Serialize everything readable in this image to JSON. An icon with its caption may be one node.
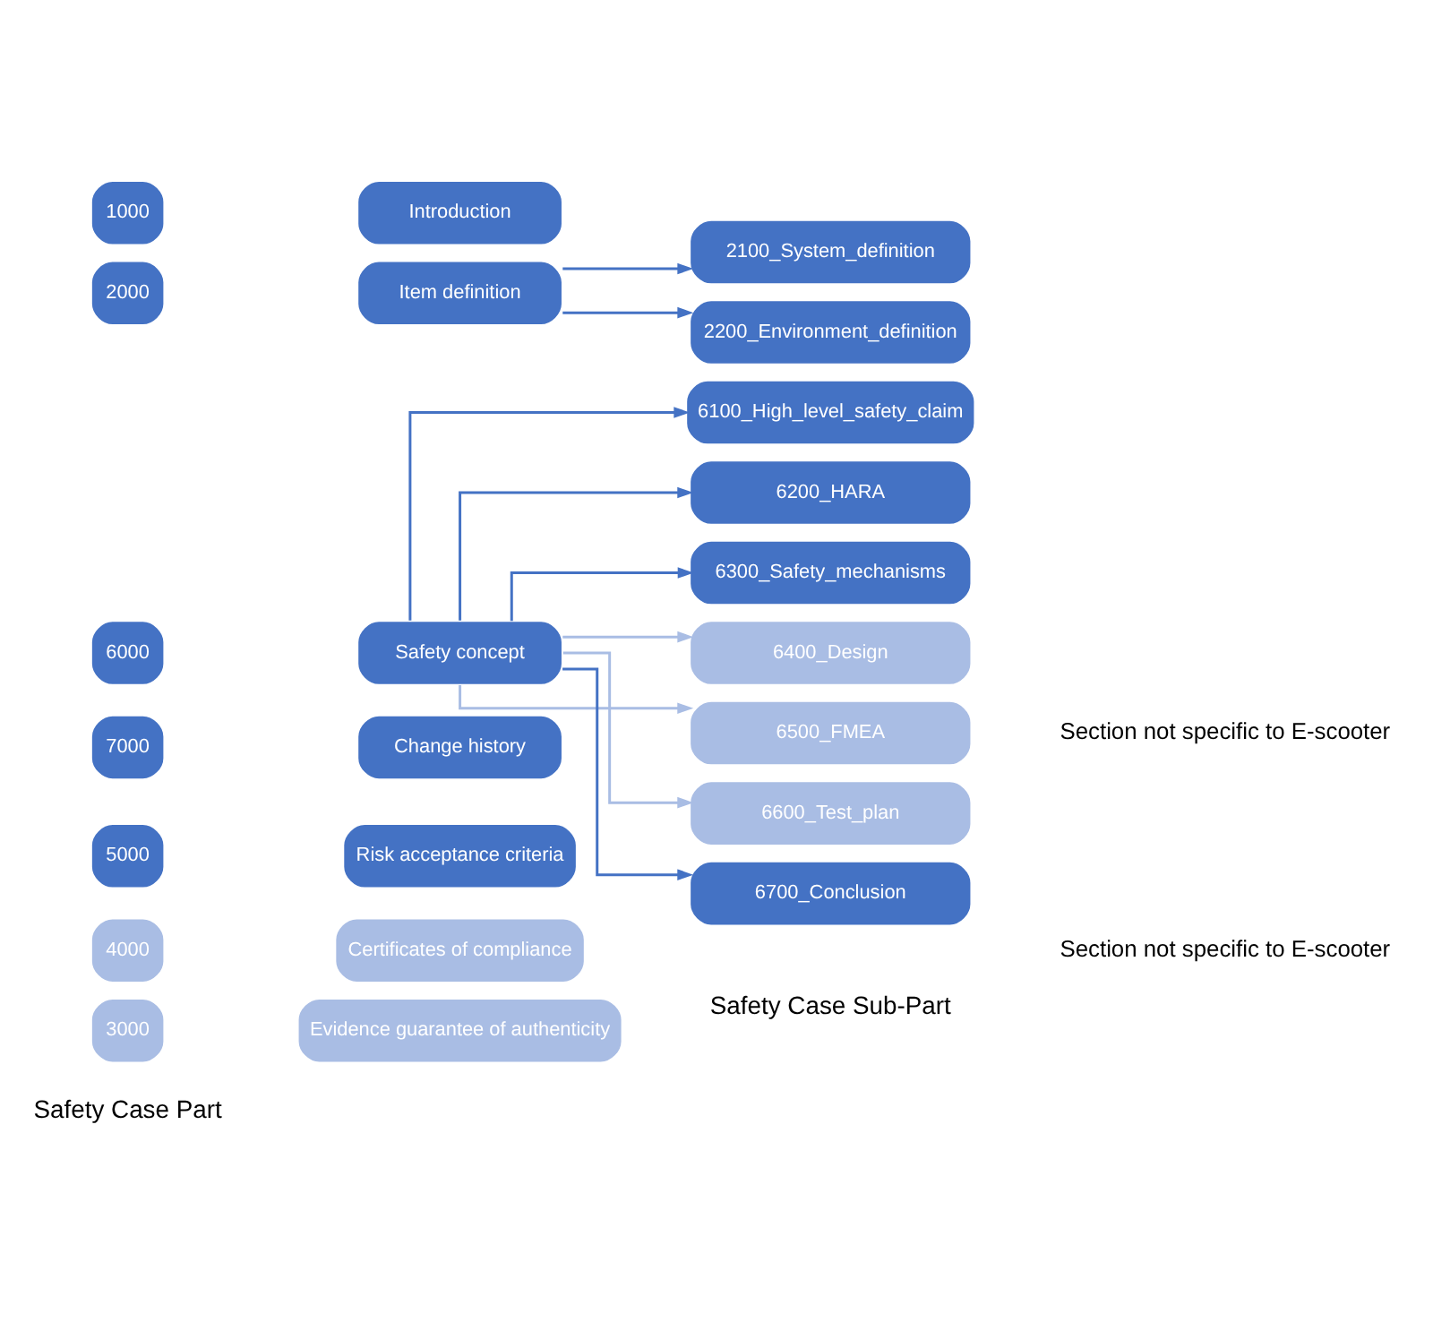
{
  "diagram": {
    "nodes": [
      {
        "text": [
          "1000"
        ]
      },
      {
        "text": [
          "Introduction"
        ]
      },
      {
        "text": [
          "2000"
        ]
      },
      {
        "text": [
          "Item definition"
        ]
      },
      {
        "text": [
          "2100_System_definition"
        ]
      },
      {
        "text": [
          "2200_Environment_definition"
        ]
      },
      {
        "text": [
          "3000"
        ]
      },
      {
        "text": [
          "Evidence guarantee of authenticity"
        ]
      },
      {
        "text": [
          "4000"
        ]
      },
      {
        "text": [
          "Certificates of compliance"
        ]
      },
      {
        "text": [
          "5000"
        ]
      },
      {
        "text": [
          "Risk acceptance criteria"
        ]
      },
      {
        "text": [
          "6000"
        ]
      },
      {
        "text": [
          "Safety concept"
        ]
      },
      {
        "text": [
          "6100_High_level_safety_claim"
        ]
      },
      {
        "text": [
          "6200_HARA"
        ]
      },
      {
        "text": [
          "6300_Safety_mechanisms"
        ]
      },
      {
        "text": [
          "6400_Design"
        ]
      },
      {
        "text": [
          "6500_FMEA"
        ]
      },
      {
        "text": [
          "6600_Test_plan"
        ]
      },
      {
        "text": [
          "6700_Conclusion"
        ]
      },
      {
        "text": [
          "7000"
        ]
      },
      {
        "text": [
          "Change history"
        ]
      }
    ],
    "edges": [
      {
        "from": 3,
        "to": 4,
        "arrow": "to"
      },
      {
        "from": 3,
        "to": 5,
        "arrow": "to"
      },
      {
        "from": 13,
        "to": 14,
        "arrow": "to"
      },
      {
        "from": 13,
        "to": 15,
        "arrow": "to"
      },
      {
        "from": 13,
        "to": 16,
        "arrow": "to"
      },
      {
        "from": 13,
        "to": 17,
        "arrow": "to",
        "color": "#a9bde4"
      },
      {
        "from": 13,
        "to": 18,
        "arrow": "to",
        "color": "#a9bde4"
      },
      {
        "from": 13,
        "to": 19,
        "arrow": "to",
        "color": "#a9bde4"
      },
      {
        "from": 13,
        "to": 20,
        "arrow": "to"
      }
    ],
    "labels": [
      "Safety Case Part",
      "Safety Case Sub-Part",
      "Section not specific to E-scooter",
      "Section not specific to E-scooter"
    ]
  }
}
